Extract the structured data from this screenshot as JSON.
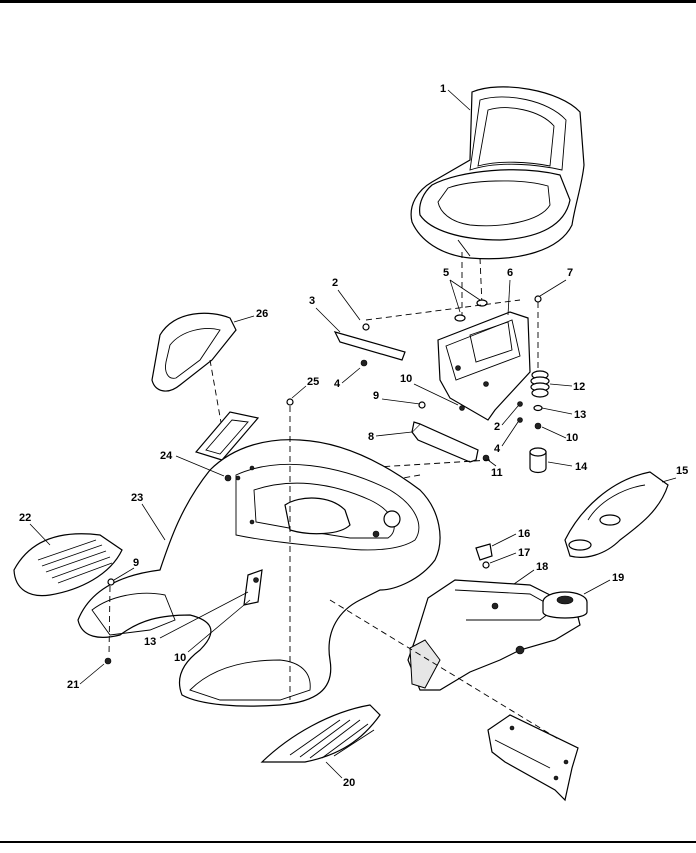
{
  "callouts": {
    "c1": "1",
    "c2a": "2",
    "c2b": "2",
    "c3": "3",
    "c4a": "4",
    "c4b": "4",
    "c5": "5",
    "c6": "6",
    "c7": "7",
    "c8": "8",
    "c9a": "9",
    "c9b": "9",
    "c10a": "10",
    "c10b": "10",
    "c10c": "10",
    "c11": "11",
    "c12": "12",
    "c13a": "13",
    "c13b": "13",
    "c14": "14",
    "c15": "15",
    "c16": "16",
    "c17": "17",
    "c18": "18",
    "c19": "19",
    "c20": "20",
    "c21": "21",
    "c22": "22",
    "c23": "23",
    "c24": "24",
    "c25": "25",
    "c26": "26"
  }
}
